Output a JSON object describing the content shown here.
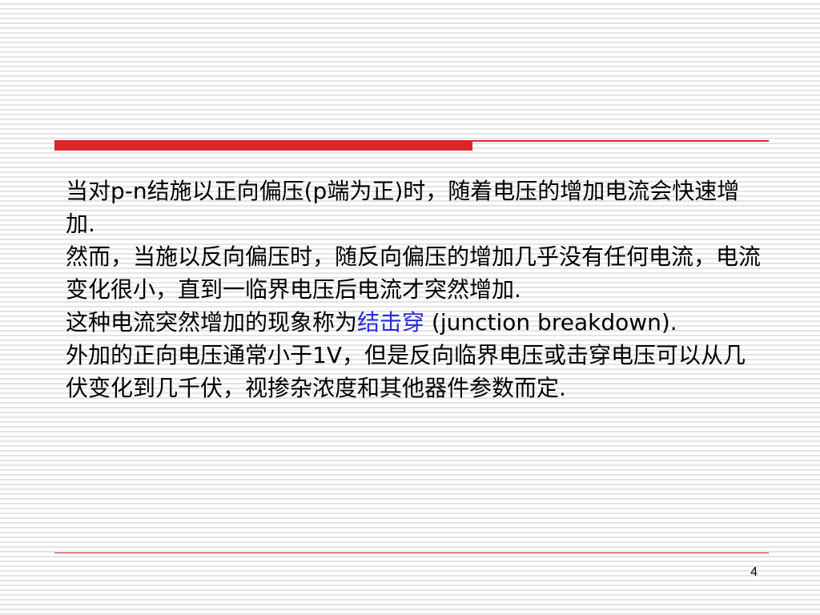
{
  "slide": {
    "paragraph1": "当对p-n结施以正向偏压(p端为正)时，随着电压的增加电流会快速增加.",
    "paragraph2": "然而，当施以反向偏压时，随反向偏压的增加几乎没有任何电流，电流变化很小，直到一临界电压后电流才突然增加.",
    "paragraph3_before": "这种电流突然增加的现象称为",
    "paragraph3_term": "结击穿",
    "paragraph3_after": " (junction breakdown).",
    "paragraph4": "外加的正向电压通常小于1V，但是反向临界电压或击穿电压可以从几伏变化到几千伏，视掺杂浓度和其他器件参数而定.",
    "page_number": "4"
  },
  "colors": {
    "accent_red": "#d9262b",
    "term_blue": "#2a2ad6"
  }
}
